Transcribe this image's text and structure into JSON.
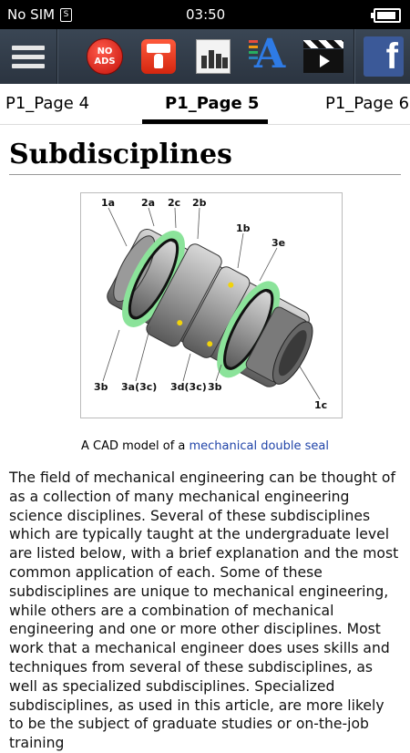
{
  "status": {
    "carrier": "No SIM",
    "sim_icon_label": "S",
    "time": "03:50"
  },
  "toolbar": {
    "menu_icon": "hamburger-menu-icon",
    "noads_label": "NO\nADS",
    "rate_icon": "rate-app-icon",
    "community_icon": "community-icon",
    "font_icon": "font-size-icon",
    "video_icon": "video-clapper-icon",
    "facebook_label": "f"
  },
  "tabs": [
    "P1_Page 4",
    "P1_Page 5",
    "P1_Page 6"
  ],
  "active_tab": "P1_Page 5",
  "article": {
    "title": "Subdisciplines",
    "figure": {
      "labels": [
        "1a",
        "2a",
        "2c",
        "2b",
        "1b",
        "3e",
        "3b",
        "3a(3c)",
        "3d(3c)",
        "3b",
        "1c"
      ]
    },
    "caption_prefix": "A CAD model of a ",
    "caption_link": "mechanical double seal",
    "body": "The field of mechanical engineering can be thought of as a collection of many mechanical engineering science disciplines. Several of these subdisciplines which are typically taught at the undergraduate level are listed below, with a brief explanation and the most common application of each. Some of these subdisciplines are unique to mechanical engineering, while others are a combination of mechanical engineering and one or more other disciplines. Most work that a mechanical engineer does uses skills and techniques from several of these subdisciplines, as well as specialized subdisciplines. Specialized subdisciplines, as used in this article, are more likely to be the subject of graduate studies or on-the-job training"
  },
  "colors": {
    "toolbar": "#2f3a47",
    "link": "#1f43a8",
    "seal_green": "#8be39a"
  }
}
